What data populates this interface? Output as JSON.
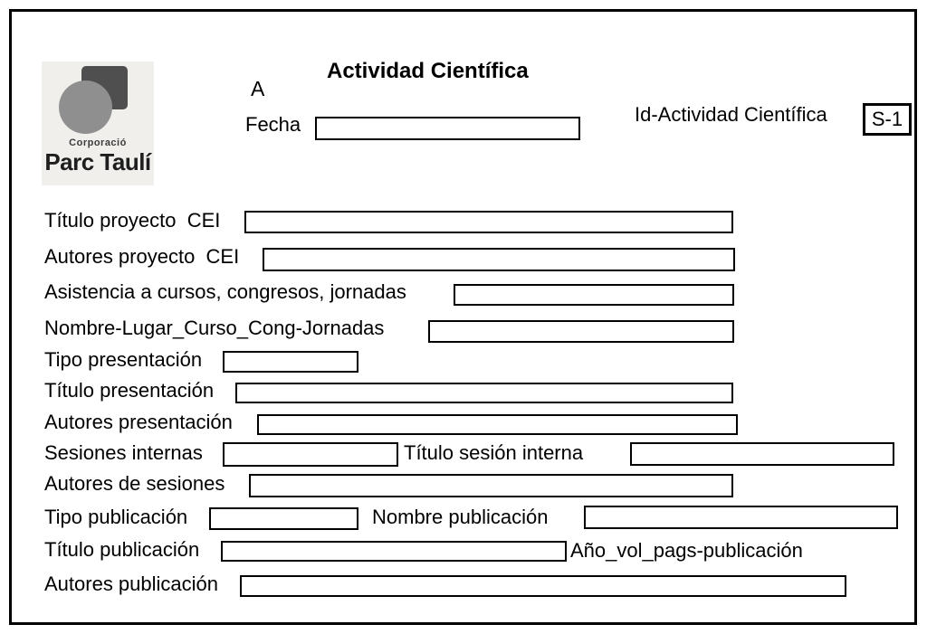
{
  "logo": {
    "top_text": "Corporació",
    "name": "Parc Taulí"
  },
  "header": {
    "section_letter": "A",
    "title": "Actividad Científica",
    "fecha": {
      "label": "Fecha",
      "value": ""
    },
    "id_actividad": {
      "label": "Id-Actividad Científica",
      "value": "S-1"
    }
  },
  "fields": {
    "titulo_proyecto_cei": {
      "label": "Título proyecto  CEI",
      "value": ""
    },
    "autores_proyecto_cei": {
      "label": "Autores proyecto  CEI",
      "value": ""
    },
    "asistencia": {
      "label": "Asistencia a cursos, congresos, jornadas",
      "value": ""
    },
    "nombre_lugar": {
      "label": "Nombre-Lugar_Curso_Cong-Jornadas",
      "value": ""
    },
    "tipo_presentacion": {
      "label": "Tipo presentación",
      "value": ""
    },
    "titulo_presentacion": {
      "label": "Título presentación",
      "value": ""
    },
    "autores_presentacion": {
      "label": "Autores presentación",
      "value": ""
    },
    "sesiones_internas": {
      "label": "Sesiones internas",
      "value": ""
    },
    "titulo_sesion_interna": {
      "label": "Título sesión interna",
      "value": ""
    },
    "autores_sesiones": {
      "label": "Autores de sesiones",
      "value": ""
    },
    "tipo_publicacion": {
      "label": "Tipo publicación",
      "value": ""
    },
    "nombre_publicacion": {
      "label": "Nombre publicación",
      "value": ""
    },
    "titulo_publicacion": {
      "label": "Título publicación",
      "value": ""
    },
    "ano_vol_pags": {
      "label": "Año_vol_pags-publicación"
    },
    "autores_publicacion": {
      "label": "Autores publicación",
      "value": ""
    }
  },
  "colors": {
    "frame_border": "#000000",
    "logo_square": "#4f4f4f",
    "logo_circle": "#8f8f8f",
    "logo_background": "#f0efec",
    "text": "#000000",
    "background": "#ffffff"
  }
}
